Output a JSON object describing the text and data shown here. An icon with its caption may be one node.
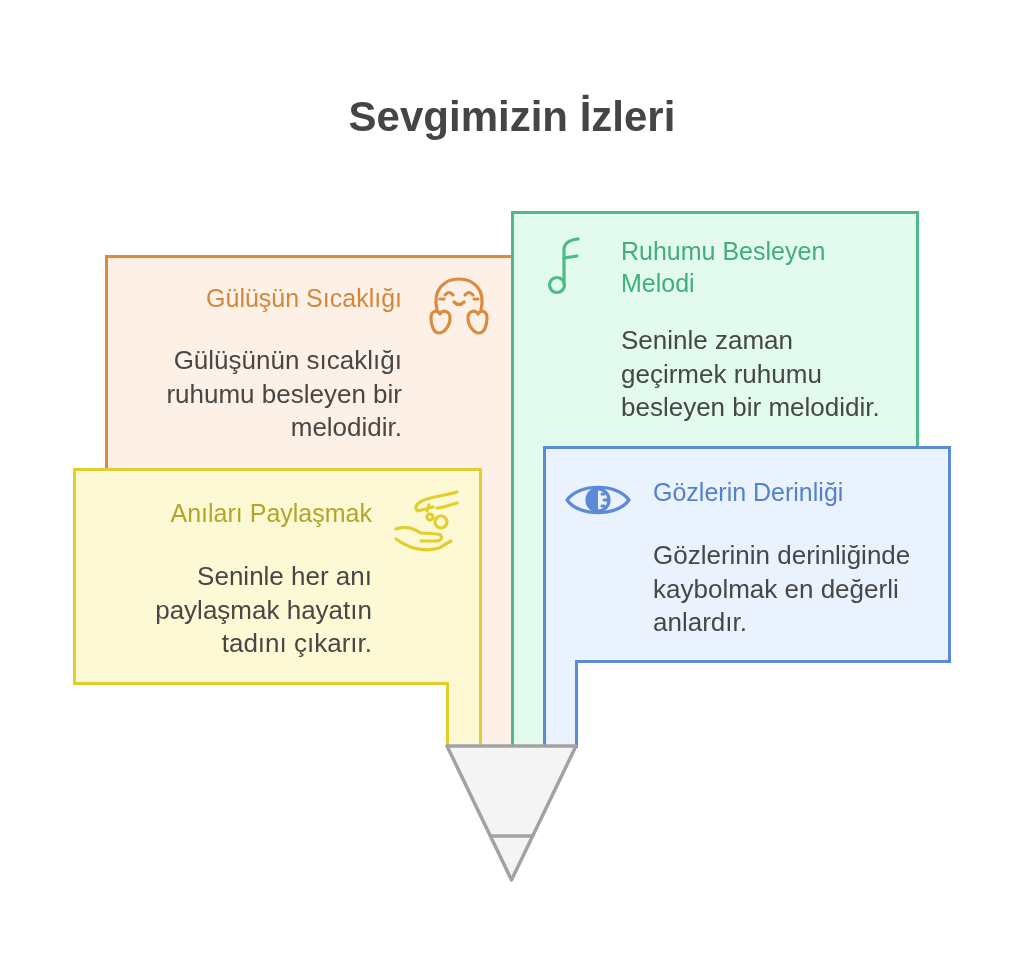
{
  "diagram": {
    "title": "Sevgimizin İzleri",
    "nodes": [
      {
        "text": [
          "Gülüşün Sıcaklığı",
          "Gülüşünün sıcaklığı ruhumu besleyen bir melodidir."
        ]
      },
      {
        "text": [
          "Ruhumu Besleyen Melodi",
          "Seninle zaman geçirmek ruhumu besleyen bir melodidir."
        ]
      },
      {
        "text": [
          "Anıları Paylaşmak",
          "Seninle her anı paylaşmak hayatın tadını çıkarır."
        ]
      },
      {
        "text": [
          "Gözlerin Derinliği",
          "Gözlerinin derinliğinde kaybolmak en değerli anlardır."
        ]
      },
      {
        "text": [],
        "shape": "triangle"
      }
    ]
  }
}
